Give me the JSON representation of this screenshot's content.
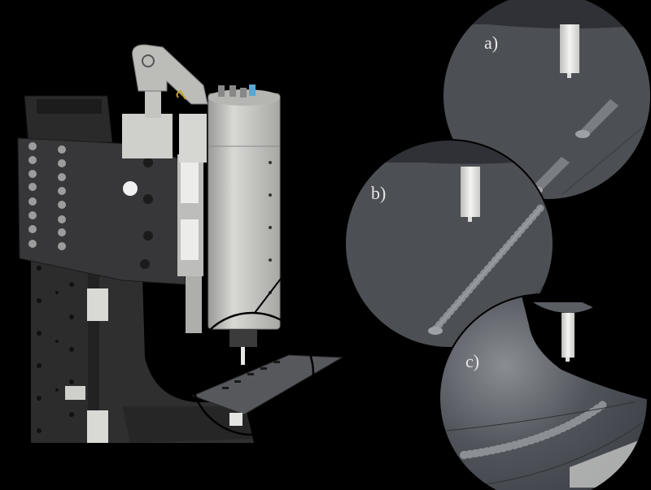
{
  "figure": {
    "description": "CAD render of spindle machine on C-frame with magnified insets",
    "background": "#000000",
    "insets": [
      {
        "id": "a",
        "label": "a)",
        "content": "tool above sheet with separate short slot-shaped beads"
      },
      {
        "id": "b",
        "label": "b)",
        "content": "tool above sheet with continuous rippled bead line"
      },
      {
        "id": "c",
        "label": "c)",
        "content": "tool above curved surface with rippled bead line"
      }
    ],
    "colors": {
      "frame_dark": "#2e2e2f",
      "frame_plate": "#3a3a3c",
      "spindle_body": "#c9c9c7",
      "arm": "#b8b8b5",
      "sheet": "#5a5c60",
      "inset_bg": "#4b4e53",
      "tool": "#e9e9e6"
    }
  }
}
